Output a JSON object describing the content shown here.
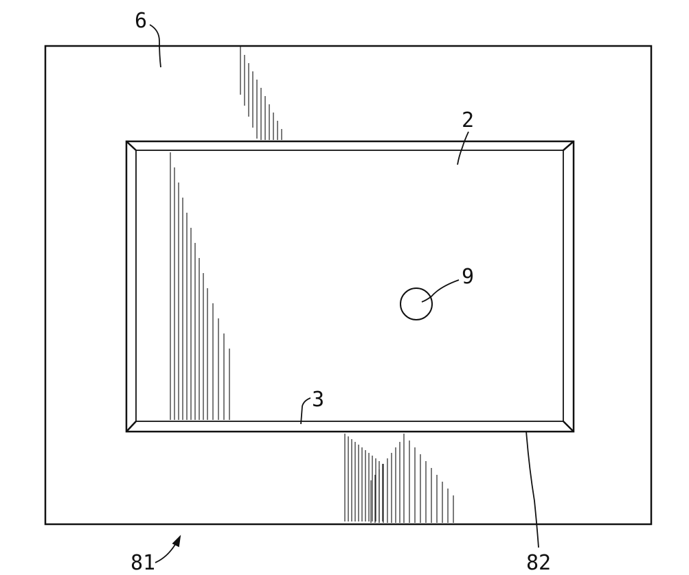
{
  "labels": {
    "outer_plate": "6",
    "inner_panel": "2",
    "bottom_edge": "3",
    "hole": "9",
    "outer_edge": "81",
    "inner_edge": "82"
  },
  "colors": {
    "line": "#111111",
    "background": "#ffffff"
  }
}
